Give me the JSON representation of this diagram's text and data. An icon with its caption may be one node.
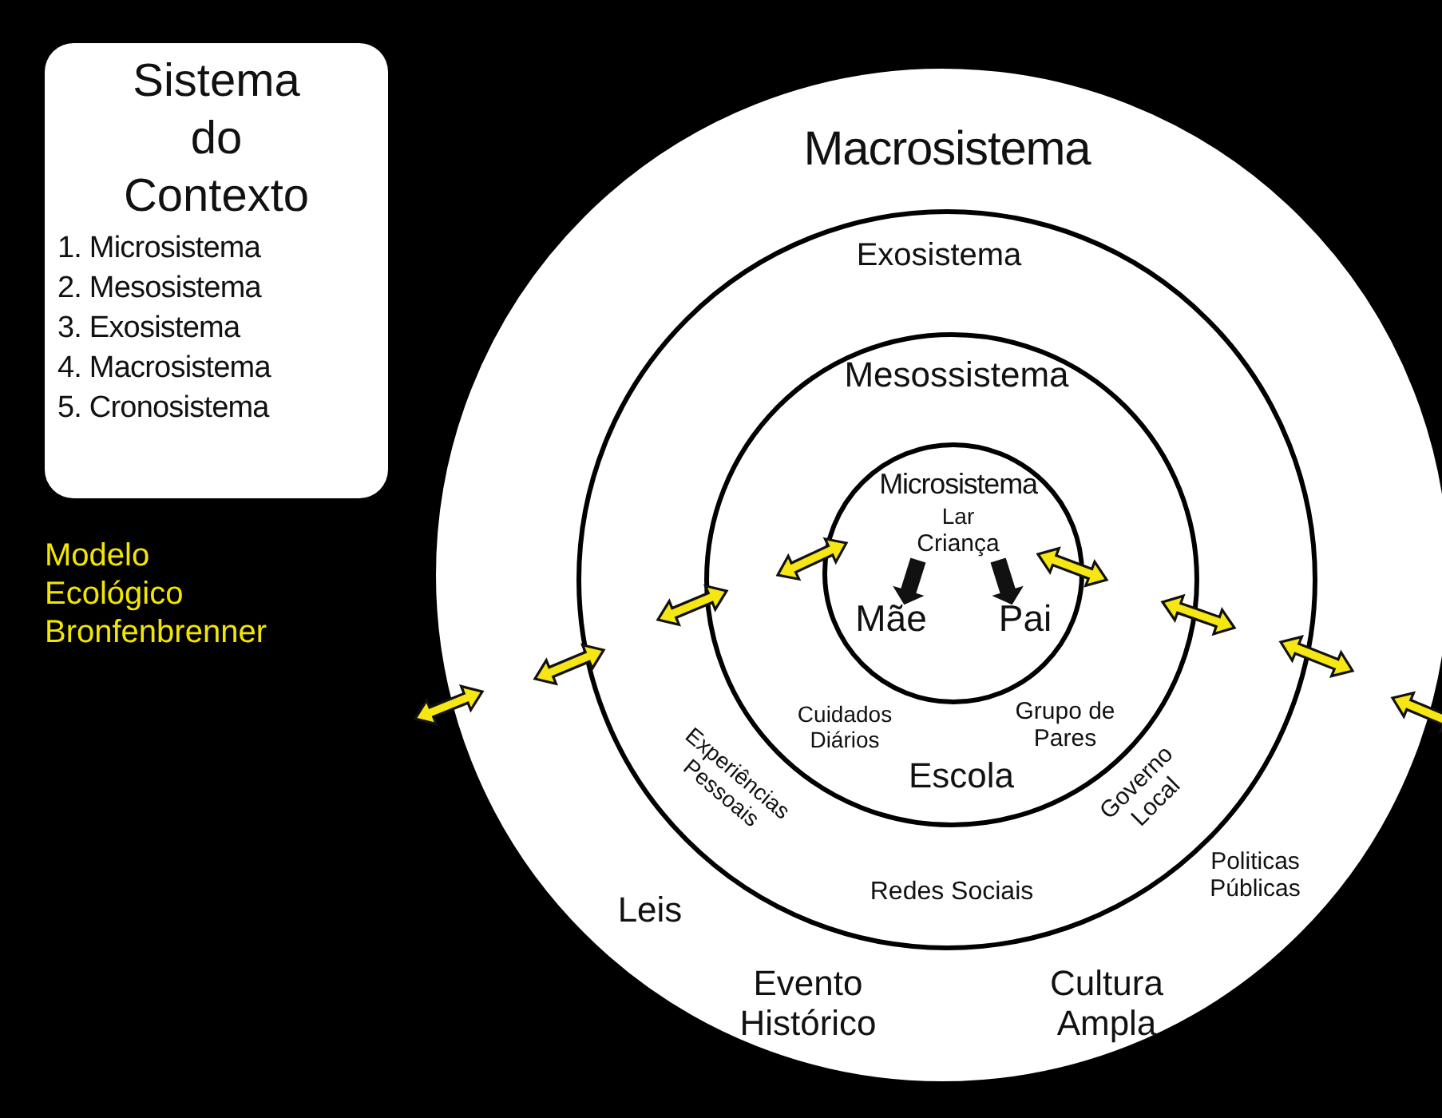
{
  "diagram": {
    "nodes": [
      {
        "text": [
          "Sistema do Contexto",
          "1. Microsistema",
          "2. Mesosistema",
          "3. Exosistema",
          "4. Macrosistema",
          "5. Cronosistema"
        ]
      },
      {
        "text": [
          "Macrosistema",
          "Evento Histórico",
          "Cultura Ampla"
        ]
      },
      {
        "text": [
          "Exosistema",
          "Redes Sociais"
        ],
        "in": 1
      },
      {
        "text": [
          "Mesossistema",
          "Cuidados Diários",
          "Grupo de Pares",
          "Escola"
        ],
        "in": 2
      },
      {
        "text": [
          "Microsistema",
          "Lar"
        ],
        "in": 3
      },
      {
        "text": [
          "Criança"
        ],
        "in": 4
      },
      {
        "text": [
          "Mãe"
        ],
        "in": 4
      },
      {
        "text": [
          "Pai"
        ],
        "in": 4
      }
    ],
    "edges": [
      {
        "from": 5,
        "to": 6,
        "arrow": "to",
        "style": "thick",
        "color": "#111111"
      },
      {
        "from": 5,
        "to": 7,
        "arrow": "to",
        "style": "thick",
        "color": "#111111"
      }
    ],
    "labels": [
      "Modelo Ecológico Bronfenbrenner",
      "Experiências Pessoais",
      "Governo Local",
      "Politicas Públicas",
      "Leis"
    ]
  }
}
